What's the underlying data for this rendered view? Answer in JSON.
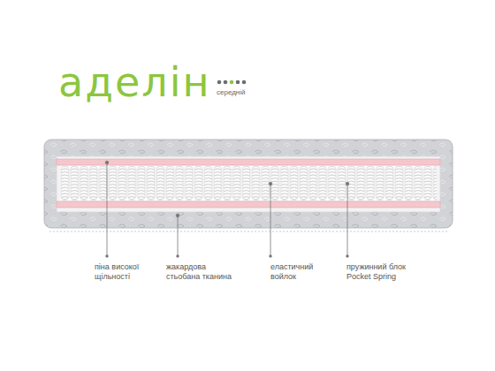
{
  "diagram": {
    "title": "аделін",
    "labels": [
      "середній",
      "піна високої щільності",
      "жакардова стьобана тканина",
      "еластичний войлок",
      "пружинний блок Pocket Spring"
    ]
  }
}
